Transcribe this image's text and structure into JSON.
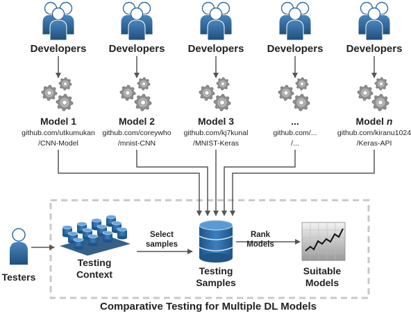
{
  "developers_label": "Developers",
  "models": [
    {
      "name": "Model 1",
      "url_line1": "github.com/utkumukan",
      "url_line2": "/CNN-Model"
    },
    {
      "name": "Model 2",
      "url_line1": "github.com/coreywho",
      "url_line2": "/mnist-CNN"
    },
    {
      "name": "Model 3",
      "url_line1": "github.com/kj7kunal",
      "url_line2": "/MNIST-Keras"
    },
    {
      "name": "...",
      "url_line1": "github.com/...",
      "url_line2": "/..."
    },
    {
      "name": "Model n",
      "url_line1": "github.com/kiranu1024",
      "url_line2": "/Keras-API"
    }
  ],
  "testers_label": "Testers",
  "testing_context": {
    "line1": "Testing",
    "line2": "Context"
  },
  "select_samples": {
    "line1": "Select",
    "line2": "samples"
  },
  "testing_samples": {
    "line1": "Testing",
    "line2": "Samples"
  },
  "rank_models": {
    "line1": "Rank",
    "line2": "Models"
  },
  "suitable_models": {
    "line1": "Suitable",
    "line2": "Models"
  },
  "caption": "Comparative Testing for Multiple DL Models",
  "colors": {
    "person": "#2f6b9f",
    "gear": "#8a8a8a",
    "db": "#2e6aa0",
    "arrow": "#555555",
    "dash": "#c8c8c8"
  }
}
